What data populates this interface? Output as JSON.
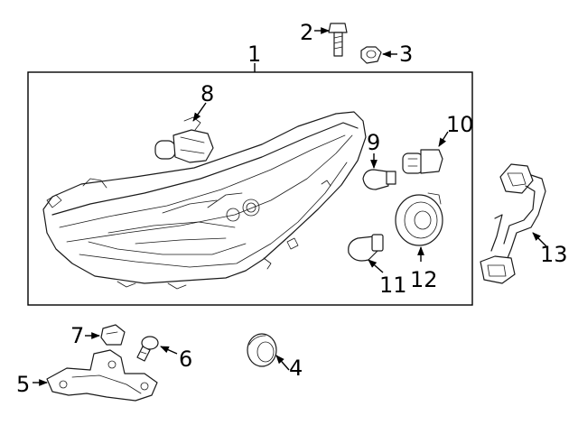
{
  "diagram": {
    "callouts": [
      {
        "id": "1",
        "text": "1"
      },
      {
        "id": "2",
        "text": "2"
      },
      {
        "id": "3",
        "text": "3"
      },
      {
        "id": "4",
        "text": "4"
      },
      {
        "id": "5",
        "text": "5"
      },
      {
        "id": "6",
        "text": "6"
      },
      {
        "id": "7",
        "text": "7"
      },
      {
        "id": "8",
        "text": "8"
      },
      {
        "id": "9",
        "text": "9"
      },
      {
        "id": "10",
        "text": "10"
      },
      {
        "id": "11",
        "text": "11"
      },
      {
        "id": "12",
        "text": "12"
      },
      {
        "id": "13",
        "text": "13"
      }
    ]
  }
}
